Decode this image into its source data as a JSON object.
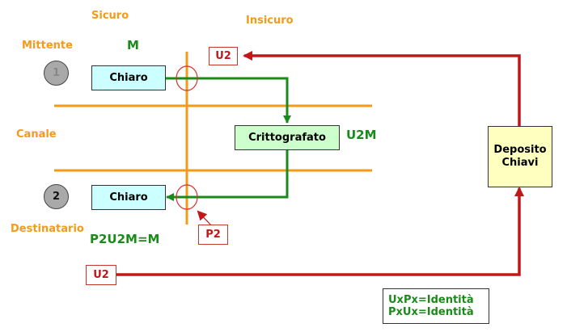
{
  "labels": {
    "sicuro": "Sicuro",
    "insicuro": "Insicuro",
    "mittente": "Mittente",
    "canale": "Canale",
    "destinatario": "Destinatario",
    "m": "M",
    "u2m": "U2M",
    "p2u2m": "P2U2M=M"
  },
  "nodes": {
    "sender_num": "1",
    "receiver_num": "2",
    "chiaro_top": "Chiaro",
    "chiaro_bottom": "Chiaro",
    "crittografato": "Crittografato",
    "deposito_line1": "Deposito",
    "deposito_line2": "Chiavi"
  },
  "tags": {
    "u2_top": "U2",
    "p2": "P2",
    "u2_bottom": "U2"
  },
  "identity": {
    "line1": "UxPx=Identità",
    "line2": "PxUx=Identità"
  },
  "colors": {
    "orange": "#f39a1b",
    "green": "#1a8a1a",
    "red": "#c01818",
    "cyan_fill": "#ccffff",
    "green_fill": "#ccffcc",
    "yellow_fill": "#ffffc0"
  }
}
